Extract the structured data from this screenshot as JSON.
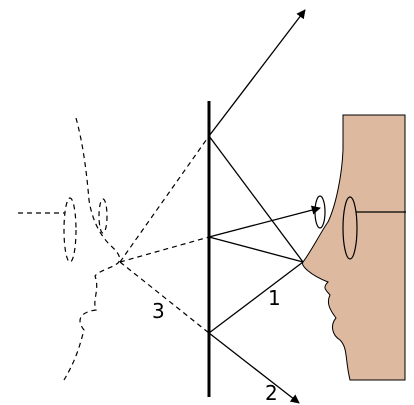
{
  "labels": {
    "ray_1": "1",
    "ray_2": "2",
    "ray_3": "3"
  },
  "colors": {
    "skin": "#ddb9a0",
    "stroke": "#000000",
    "background": "#ffffff"
  }
}
